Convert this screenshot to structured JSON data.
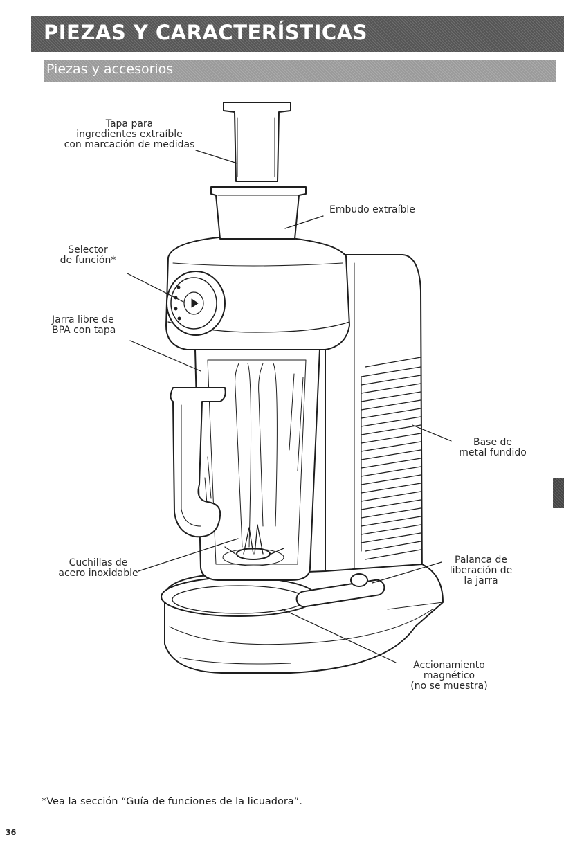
{
  "header": {
    "title": "PIEZAS Y CARACTERÍSTICAS"
  },
  "section": {
    "title": "Piezas y accesorios"
  },
  "labels": {
    "pusher": "Tapa para\ningredientes extraíble\ncon marcación de medidas",
    "funnel": "Embudo extraíble",
    "selector": "Selector\nde función*",
    "jar": "Jarra libre de\nBPA con tapa",
    "base": "Base de\nmetal fundido",
    "blades": "Cuchillas de\nacero inoxidable",
    "release": "Palanca de\nliberación de\nla jarra",
    "drive": "Accionamiento\nmagnético\n(no se muestra)"
  },
  "footnote": "*Vea la sección “Guía de funciones de la licuadora”.",
  "page_number": "36",
  "colors": {
    "banner": "#555555",
    "subbanner": "#9a9a9a",
    "tab": "#444444"
  }
}
